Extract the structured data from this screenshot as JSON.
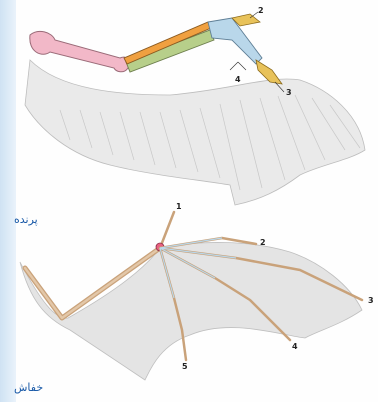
{
  "labels": {
    "bird": "پرنده",
    "bat": "خفاش"
  },
  "bird_numbers": {
    "n2": "2",
    "n3": "3",
    "n4": "4"
  },
  "bat_numbers": {
    "n1": "1",
    "n2": "2",
    "n3": "3",
    "n4": "4",
    "n5": "5"
  },
  "colors": {
    "humerus": "#f2b8c8",
    "radius": "#f0a040",
    "ulna": "#b7cf8a",
    "carpals": "#b9d7ea",
    "digits": "#e8c25a",
    "membrane": "#e4e4e4",
    "bone_bat": "#c9a27a",
    "label_blue": "#1a5aa8"
  }
}
